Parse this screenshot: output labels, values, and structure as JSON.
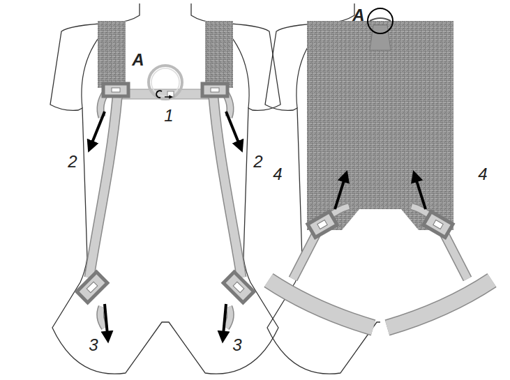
{
  "diagram": {
    "labels": [
      "A",
      "1",
      "2",
      "2",
      "3",
      "3",
      "A",
      "4",
      "4"
    ]
  }
}
